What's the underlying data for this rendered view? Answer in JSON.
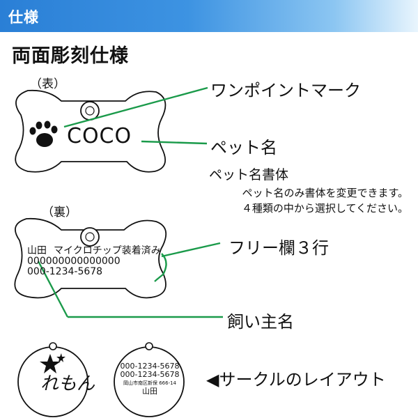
{
  "header": {
    "title": "仕様"
  },
  "section": {
    "title": "両面彫刻仕様"
  },
  "front": {
    "label": "（表）",
    "name": "COCO"
  },
  "back": {
    "label": "（裏）",
    "owner": "山田",
    "line1": "マイクロチップ装着済み",
    "line2": "000000000000000",
    "line3": "000-1234-5678"
  },
  "callouts": {
    "one_point_mark": "ワンポイントマーク",
    "pet_name": "ペット名",
    "free_field": "フリー欄３行",
    "owner_name": "飼い主名"
  },
  "font_note": {
    "title": "ペット名書体",
    "line1": "ペット名のみ書体を変更できます。",
    "line2": "４種類の中から選択してください。"
  },
  "circle_layout": {
    "left_name": "れもん",
    "right_line1": "000-1234-5678",
    "right_line2": "000-1234-5678",
    "right_address": "岡山市南区新保 666-14",
    "right_owner": "山田",
    "caption": "◀サークルのレイアウト"
  },
  "colors": {
    "header": "#2a7fd6",
    "leader_line": "#1a9a4a",
    "outline": "#111111"
  }
}
